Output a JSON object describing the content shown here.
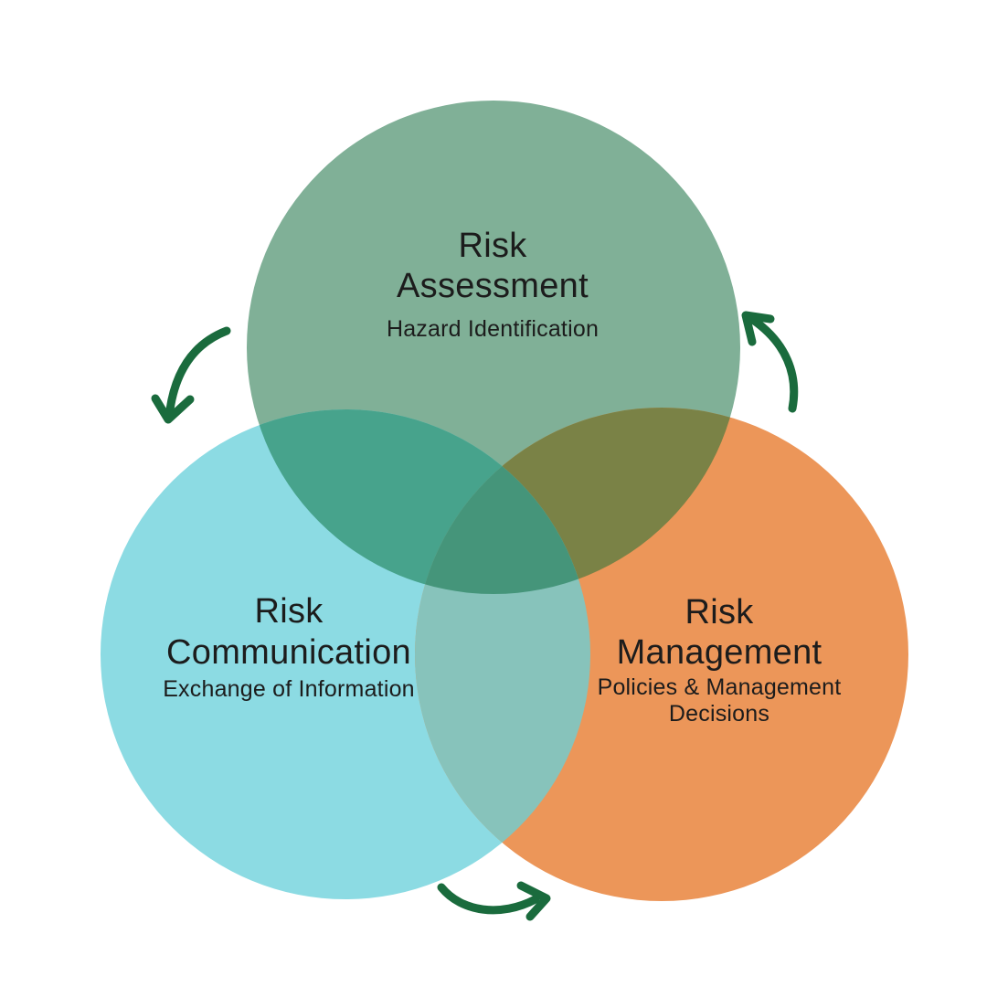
{
  "diagram": {
    "type": "venn",
    "background_color": "#ffffff",
    "text_color": "#1c1c1c",
    "arrow_color": "#1a6b3d",
    "circles": [
      {
        "id": "risk-assessment",
        "title_lines": [
          "Risk",
          "Assessment"
        ],
        "subtitle_lines": [
          "Hazard Identification"
        ],
        "color": "#80b097"
      },
      {
        "id": "risk-communication",
        "title_lines": [
          "Risk",
          "Communication"
        ],
        "subtitle_lines": [
          "Exchange of Information"
        ],
        "color": "#8cdbe3"
      },
      {
        "id": "risk-management",
        "title_lines": [
          "Risk",
          "Management"
        ],
        "subtitle_lines": [
          "Policies & Management",
          "Decisions"
        ],
        "color": "#ec9659"
      }
    ],
    "overlaps": {
      "assessment_communication": "#47a38c",
      "assessment_management": "#7a8246",
      "communication_management": "#87c3bb",
      "center": "#45957a"
    },
    "arrows": [
      {
        "id": "left-cycle-arrow",
        "icon": "curved-arrow-down-left-icon"
      },
      {
        "id": "right-cycle-arrow",
        "icon": "curved-arrow-up-icon"
      },
      {
        "id": "bottom-cycle-arrow",
        "icon": "curved-arrow-right-icon"
      }
    ]
  }
}
